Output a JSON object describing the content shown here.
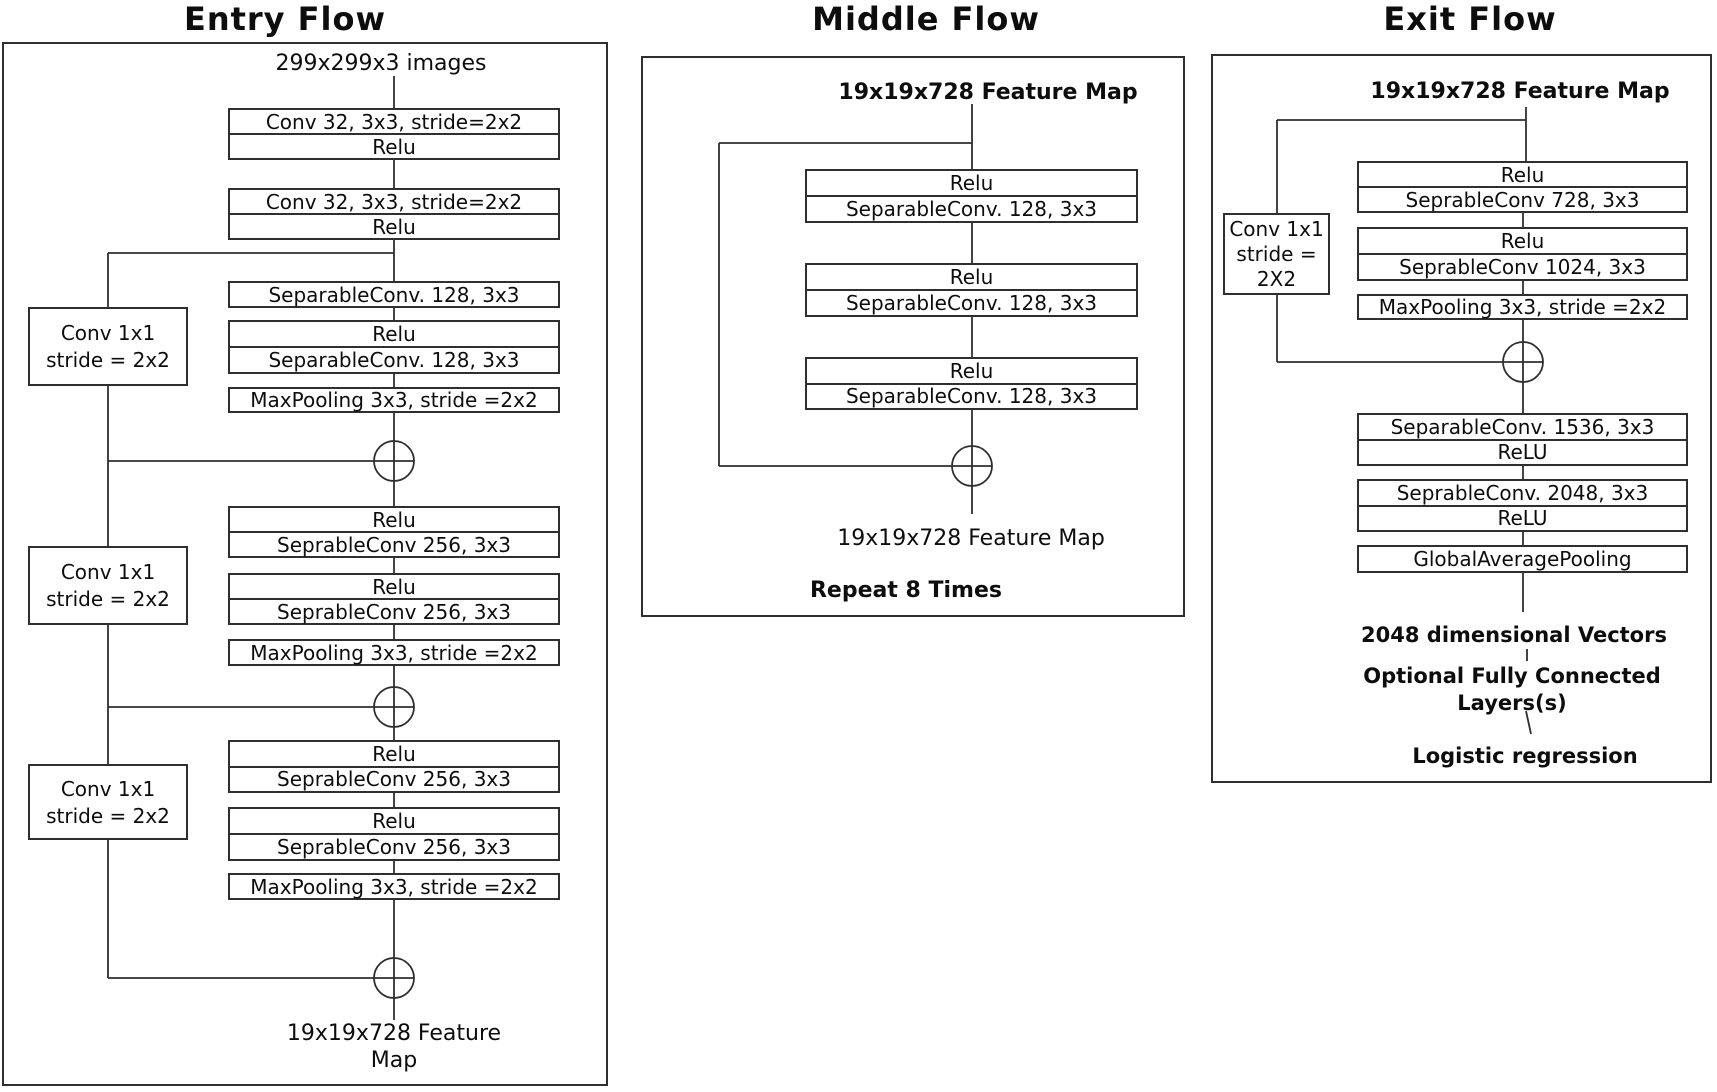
{
  "colors": {
    "line": "#2f2f2f",
    "text": "#0d0d0d",
    "background": "#ffffff"
  },
  "icons": {
    "merge_node": "circled-plus"
  },
  "entry_flow": {
    "title": "Entry Flow",
    "input_label": "299x299x3 images",
    "main_boxes": [
      {
        "rows": [
          "Conv 32, 3x3, stride=2x2",
          "Relu"
        ]
      },
      {
        "rows": [
          "Conv 32, 3x3, stride=2x2",
          "Relu"
        ]
      },
      {
        "rows": [
          "SeparableConv. 128, 3x3"
        ]
      },
      {
        "rows": [
          "Relu",
          "SeparableConv. 128, 3x3"
        ]
      },
      {
        "rows": [
          "MaxPooling 3x3, stride =2x2"
        ]
      },
      {
        "rows": [
          "Relu",
          "SeprableConv 256, 3x3"
        ]
      },
      {
        "rows": [
          "Relu",
          "SeprableConv 256, 3x3"
        ]
      },
      {
        "rows": [
          "MaxPooling 3x3, stride =2x2"
        ]
      },
      {
        "rows": [
          "Relu",
          "SeprableConv 256, 3x3"
        ]
      },
      {
        "rows": [
          "Relu",
          "SeprableConv 256, 3x3"
        ]
      },
      {
        "rows": [
          "MaxPooling 3x3, stride =2x2"
        ]
      }
    ],
    "shortcut_boxes": [
      {
        "lines": [
          "Conv 1x1",
          "stride = 2x2"
        ]
      },
      {
        "lines": [
          "Conv 1x1",
          "stride = 2x2"
        ]
      },
      {
        "lines": [
          "Conv 1x1",
          "stride = 2x2"
        ]
      }
    ],
    "output_label_line1": "19x19x728 Feature",
    "output_label_line2": "Map"
  },
  "middle_flow": {
    "title": "Middle Flow",
    "input_label": "19x19x728 Feature Map",
    "main_boxes": [
      {
        "rows": [
          "Relu",
          "SeparableConv. 128, 3x3"
        ]
      },
      {
        "rows": [
          "Relu",
          "SeparableConv. 128, 3x3"
        ]
      },
      {
        "rows": [
          "Relu",
          "SeparableConv. 128, 3x3"
        ]
      }
    ],
    "output_label": "19x19x728 Feature Map",
    "repeat_note": "Repeat 8 Times"
  },
  "exit_flow": {
    "title": "Exit Flow",
    "input_label": "19x19x728 Feature Map",
    "shortcut_box": {
      "lines": [
        "Conv 1x1",
        "stride =",
        "2X2"
      ]
    },
    "main_boxes": [
      {
        "rows": [
          "Relu",
          "SeprableConv 728, 3x3"
        ]
      },
      {
        "rows": [
          "Relu",
          "SeprableConv 1024, 3x3"
        ]
      },
      {
        "rows": [
          "MaxPooling 3x3, stride =2x2"
        ]
      },
      {
        "rows": [
          "SeparableConv. 1536, 3x3",
          "ReLU"
        ]
      },
      {
        "rows": [
          "SeprableConv. 2048, 3x3",
          "ReLU"
        ]
      },
      {
        "rows": [
          "GlobalAveragePooling"
        ]
      }
    ],
    "vector_label": "2048 dimensional Vectors",
    "fc_label_line1": "Optional Fully Connected",
    "fc_label_line2": "Layers(s)",
    "output_label": "Logistic regression"
  }
}
